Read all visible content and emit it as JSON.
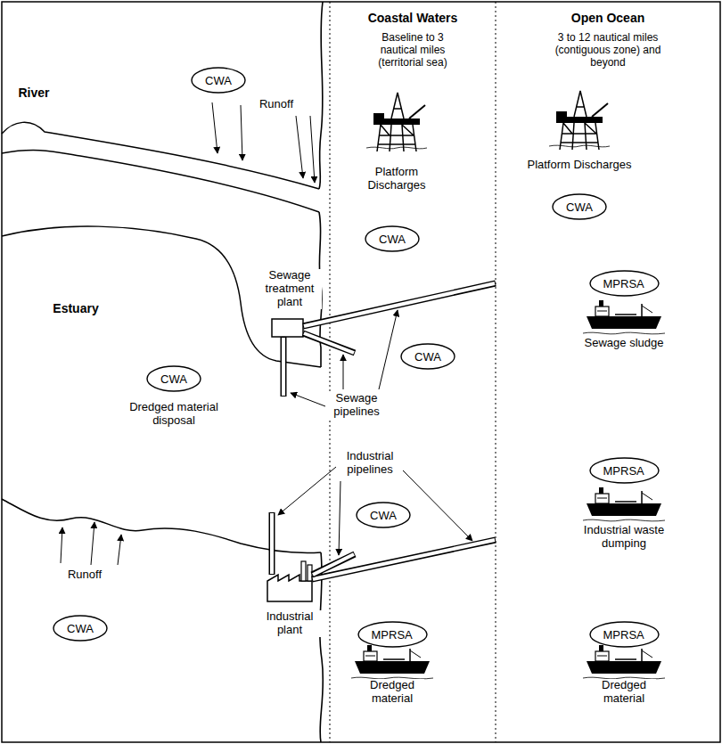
{
  "diagram": {
    "nodes": [
      {
        "text": [
          "CWA"
        ]
      },
      {
        "text": [
          "CWA"
        ]
      },
      {
        "text": [
          "CWA"
        ]
      },
      {
        "text": [
          "MPRSA"
        ]
      },
      {
        "text": [
          "CWA"
        ]
      },
      {
        "text": [
          "CWA"
        ]
      },
      {
        "text": [
          "CWA"
        ]
      },
      {
        "text": [
          "MPRSA"
        ]
      },
      {
        "text": [
          "CWA"
        ]
      },
      {
        "text": [
          "MPRSA"
        ]
      },
      {
        "text": [
          "MPRSA"
        ]
      }
    ],
    "labels": [
      "Coastal Waters",
      "Open Ocean",
      "Baseline to 3 nautical miles (territorial sea)",
      "3 to 12 nautical miles (contiguous zone) and beyond",
      "River",
      "Runoff",
      "Platform Discharges",
      "Platform Discharges",
      "Sewage treatment plant",
      "Estuary",
      "Dredged material disposal",
      "Sewage pipelines",
      "Sewage sludge",
      "Industrial pipelines",
      "Industrial waste dumping",
      "Runoff",
      "Industrial plant",
      "Dredged material",
      "Dredged material"
    ]
  }
}
